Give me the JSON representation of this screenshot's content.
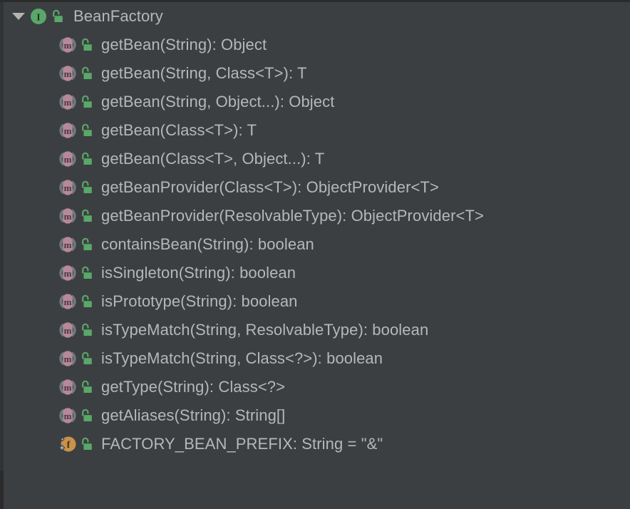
{
  "panel": {
    "name": "structure-tree",
    "background": "#3c3f41",
    "text_color": "#b4b8bb",
    "accent_interface": "#59a869",
    "accent_method": "#b5899a",
    "accent_field": "#c9914a",
    "accent_public_lock": "#59a869"
  },
  "tree": {
    "root": {
      "label": "BeanFactory",
      "kind_icon": "interface-icon",
      "kind_letter": "I",
      "visibility_icon": "public-unlocked-icon",
      "expanded": true,
      "twisty_icon": "chevron-down-icon"
    },
    "members": [
      {
        "label": "getBean(String): Object",
        "kind_icon": "method-icon",
        "kind_letter": "m",
        "visibility_icon": "public-unlocked-icon"
      },
      {
        "label": "getBean(String, Class<T>): T",
        "kind_icon": "method-icon",
        "kind_letter": "m",
        "visibility_icon": "public-unlocked-icon"
      },
      {
        "label": "getBean(String, Object...): Object",
        "kind_icon": "method-icon",
        "kind_letter": "m",
        "visibility_icon": "public-unlocked-icon"
      },
      {
        "label": "getBean(Class<T>): T",
        "kind_icon": "method-icon",
        "kind_letter": "m",
        "visibility_icon": "public-unlocked-icon"
      },
      {
        "label": "getBean(Class<T>, Object...): T",
        "kind_icon": "method-icon",
        "kind_letter": "m",
        "visibility_icon": "public-unlocked-icon"
      },
      {
        "label": "getBeanProvider(Class<T>): ObjectProvider<T>",
        "kind_icon": "method-icon",
        "kind_letter": "m",
        "visibility_icon": "public-unlocked-icon"
      },
      {
        "label": "getBeanProvider(ResolvableType): ObjectProvider<T>",
        "kind_icon": "method-icon",
        "kind_letter": "m",
        "visibility_icon": "public-unlocked-icon"
      },
      {
        "label": "containsBean(String): boolean",
        "kind_icon": "method-icon",
        "kind_letter": "m",
        "visibility_icon": "public-unlocked-icon"
      },
      {
        "label": "isSingleton(String): boolean",
        "kind_icon": "method-icon",
        "kind_letter": "m",
        "visibility_icon": "public-unlocked-icon"
      },
      {
        "label": "isPrototype(String): boolean",
        "kind_icon": "method-icon",
        "kind_letter": "m",
        "visibility_icon": "public-unlocked-icon"
      },
      {
        "label": "isTypeMatch(String, ResolvableType): boolean",
        "kind_icon": "method-icon",
        "kind_letter": "m",
        "visibility_icon": "public-unlocked-icon"
      },
      {
        "label": "isTypeMatch(String, Class<?>): boolean",
        "kind_icon": "method-icon",
        "kind_letter": "m",
        "visibility_icon": "public-unlocked-icon"
      },
      {
        "label": "getType(String): Class<?>",
        "kind_icon": "method-icon",
        "kind_letter": "m",
        "visibility_icon": "public-unlocked-icon"
      },
      {
        "label": "getAliases(String): String[]",
        "kind_icon": "method-icon",
        "kind_letter": "m",
        "visibility_icon": "public-unlocked-icon"
      },
      {
        "label": "FACTORY_BEAN_PREFIX: String = \"&\"",
        "kind_icon": "field-static-final-icon",
        "kind_letter": "f",
        "visibility_icon": "public-unlocked-icon"
      }
    ]
  }
}
